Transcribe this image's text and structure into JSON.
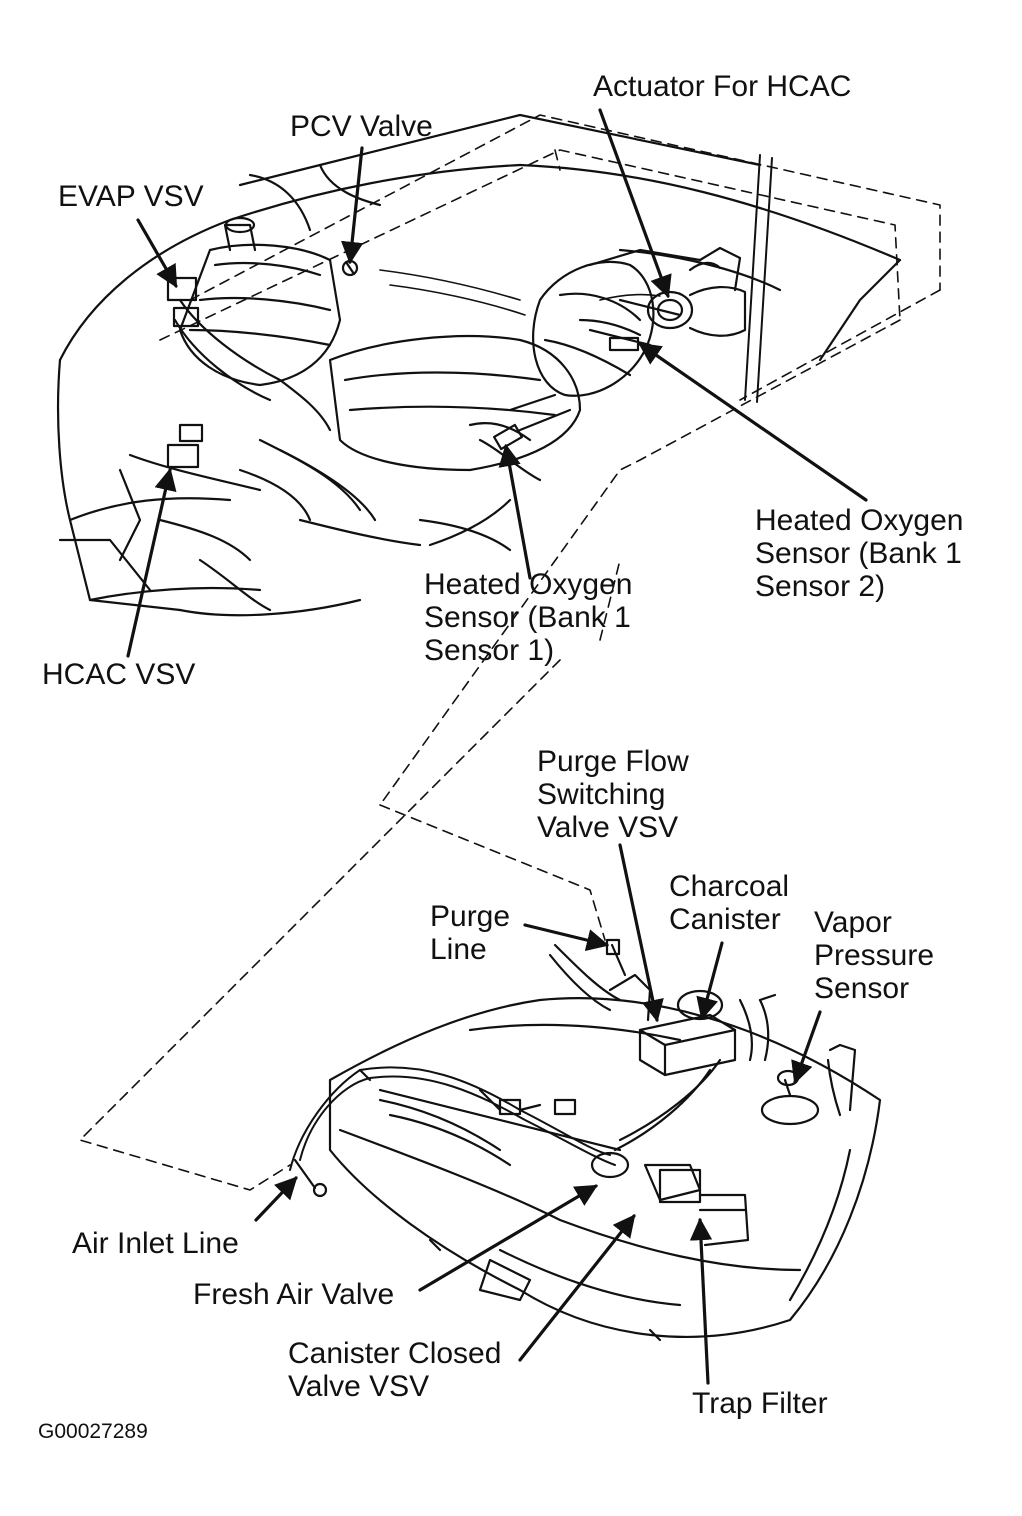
{
  "figure_code": "G00027289",
  "colors": {
    "ink": "#111111",
    "background": "#ffffff"
  },
  "labels": {
    "actuator_hcac": "Actuator For HCAC",
    "pcv_valve": "PCV Valve",
    "evap_vsv": "EVAP VSV",
    "hcac_vsv": "HCAC VSV",
    "ho2s_bank1_sensor1": "Heated Oxygen\nSensor (Bank 1\nSensor 1)",
    "ho2s_bank1_sensor2": "Heated Oxygen\nSensor (Bank 1\nSensor 2)",
    "purge_flow_switching_vsv": "Purge Flow\nSwitching\nValve VSV",
    "charcoal_canister": "Charcoal\nCanister",
    "purge_line": "Purge\nLine",
    "vapor_pressure_sensor": "Vapor\nPressure\nSensor",
    "air_inlet_line": "Air Inlet Line",
    "fresh_air_valve": "Fresh Air Valve",
    "canister_closed_valve_vsv": "Canister Closed\nValve VSV",
    "trap_filter": "Trap Filter"
  }
}
